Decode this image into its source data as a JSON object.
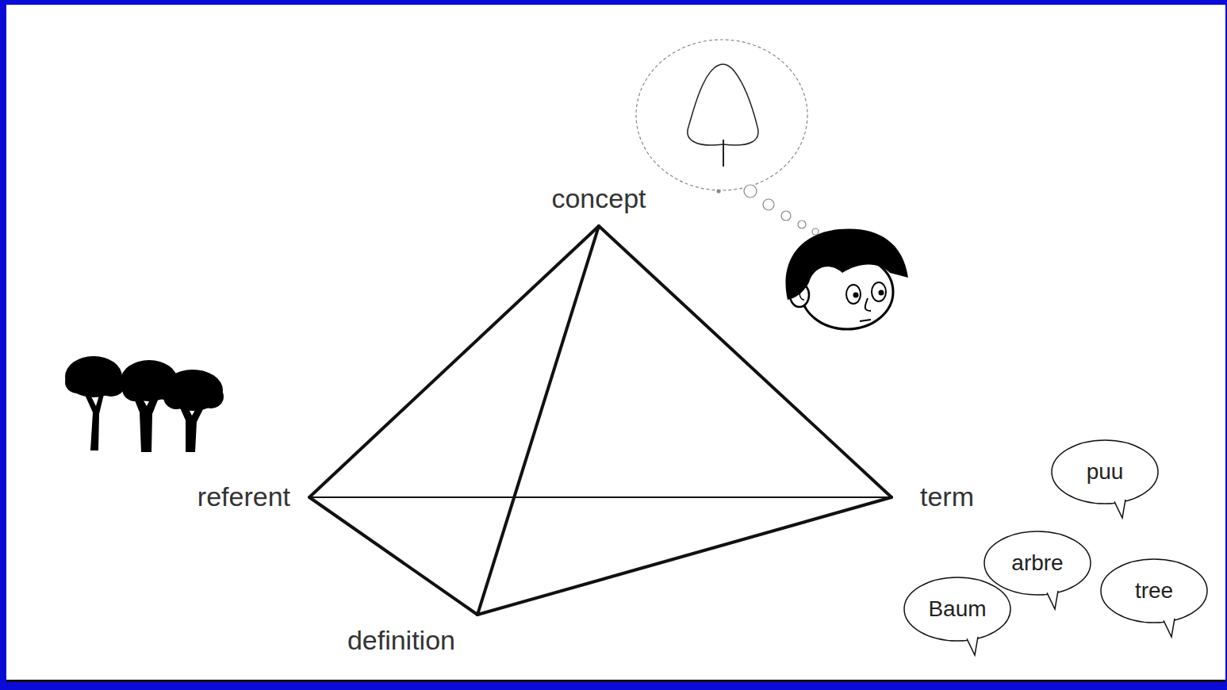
{
  "diagram": {
    "nodes": [
      {
        "text": [
          "concept"
        ]
      },
      {
        "text": [
          "referent"
        ]
      },
      {
        "text": [
          "term"
        ]
      },
      {
        "text": [
          "definition"
        ]
      },
      {
        "text": [
          "puu"
        ]
      },
      {
        "text": [
          "arbre"
        ]
      },
      {
        "text": [
          "tree"
        ]
      },
      {
        "text": [
          "Baum"
        ]
      }
    ],
    "edges": [
      {
        "from": 0,
        "to": 1,
        "arrow": "none"
      },
      {
        "from": 0,
        "to": 3,
        "arrow": "none"
      },
      {
        "from": 0,
        "to": 2,
        "arrow": "none"
      },
      {
        "from": 1,
        "to": 2,
        "arrow": "none"
      },
      {
        "from": 1,
        "to": 3,
        "arrow": "none"
      },
      {
        "from": 3,
        "to": 2,
        "arrow": "none"
      }
    ]
  }
}
